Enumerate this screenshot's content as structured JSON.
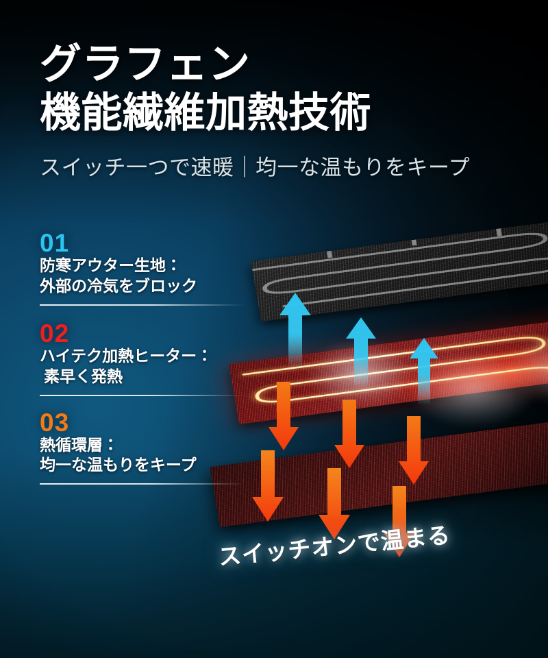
{
  "headline": {
    "line1": "グラフェン",
    "line2": "機能繊維加熱技術",
    "subtitle": "スイッチ一つで速暖｜均一な温もりをキープ"
  },
  "features": [
    {
      "number": "01",
      "title": "防寒アウター生地：",
      "desc": "外部の冷気をブロック",
      "color": "#2bc4f2"
    },
    {
      "number": "02",
      "title": "ハイテク加熱ヒーター：",
      "desc": "素早く発熱",
      "color": "#f41d1d"
    },
    {
      "number": "03",
      "title": "熱循環層：",
      "desc": "均一な温もりをキープ",
      "color": "#f47a16"
    }
  ],
  "graphic": {
    "layers": [
      {
        "name": "outer-fabric-layer",
        "appearance": "黒いグラフェン繊維・回路パターン"
      },
      {
        "name": "heating-element-layer",
        "appearance": "赤い発熱ヒーター線"
      },
      {
        "name": "heat-circulation-layer",
        "appearance": "暗赤色の熱循環生地"
      }
    ],
    "up_arrow_color": "#2ec4f0",
    "down_arrow_color": "#f4581a",
    "wire_color": "#ffe9a8"
  },
  "caption": {
    "text": "スイッチオンで温まる"
  },
  "colors": {
    "background_blue": "#0b4366",
    "background_dark": "#01080c",
    "headline_white": "#ffffff",
    "subtitle_grey": "#d7e3e8"
  }
}
